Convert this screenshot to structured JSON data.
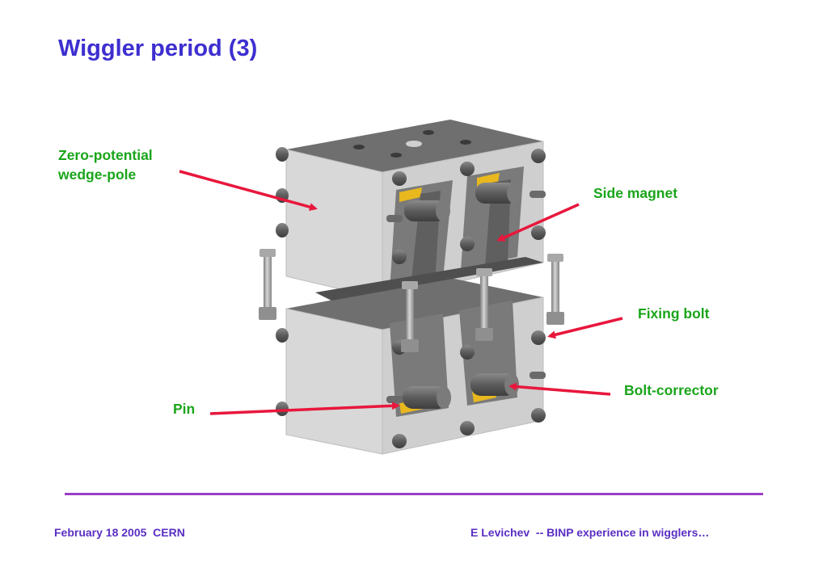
{
  "slide": {
    "title": "Wiggler period (3)"
  },
  "callouts": {
    "zero_potential_line1": "Zero-potential",
    "zero_potential_line2": "wedge-pole",
    "side_magnet": "Side magnet",
    "fixing_bolt": "Fixing bolt",
    "bolt_corrector": "Bolt-corrector",
    "pin": "Pin"
  },
  "footer": {
    "left": "February 18 2005  CERN",
    "right": "E Levichev  -- BINP experience in wigglers…"
  },
  "colors": {
    "title": "#3d2fd0",
    "callout_text": "#1aa51a",
    "arrow": "#e8173c",
    "footer_rule": "#9a3dc8",
    "footer_text": "#5a2fc4",
    "magnet": "#e8b81e"
  }
}
